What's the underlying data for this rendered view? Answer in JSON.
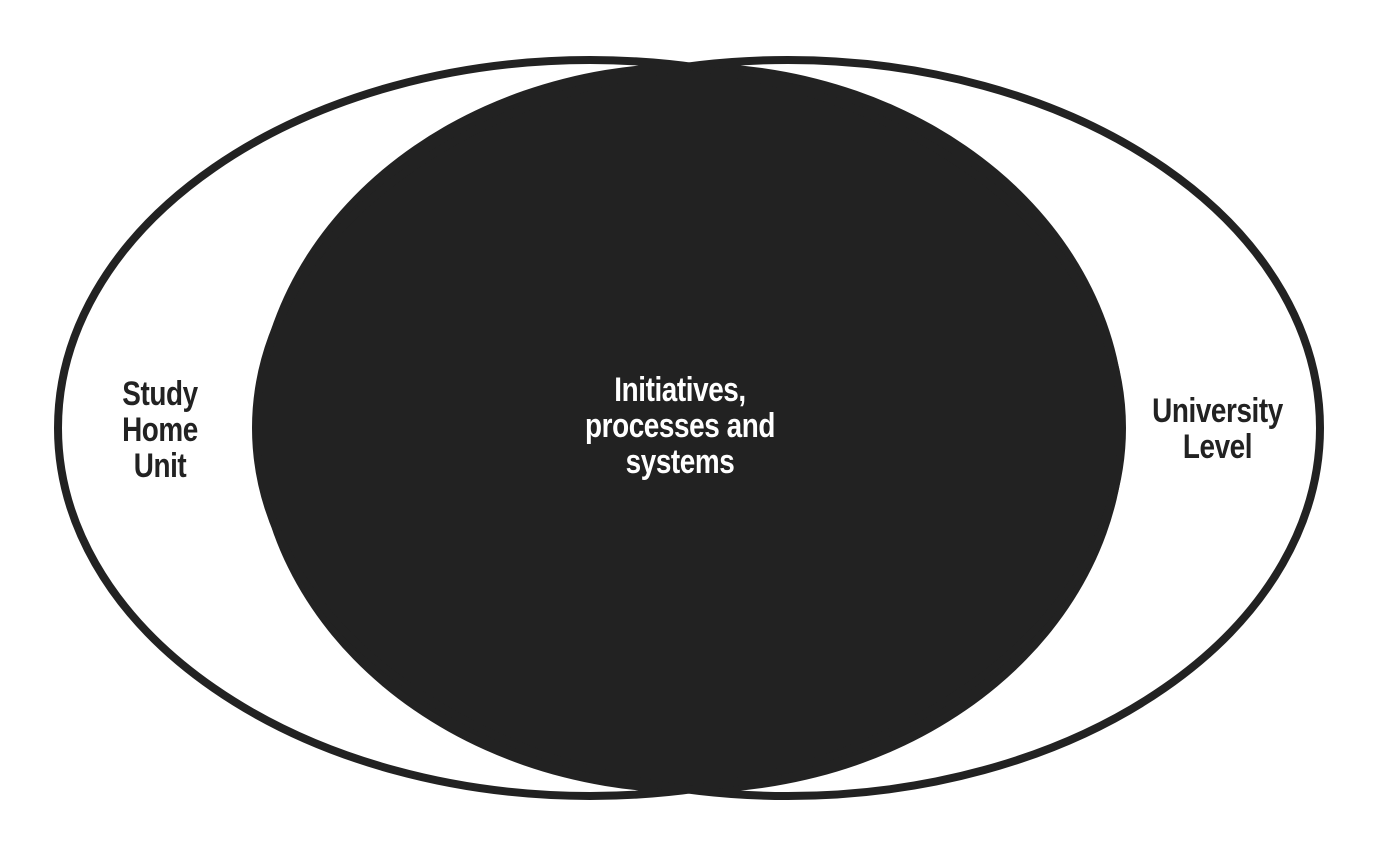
{
  "diagram": {
    "colors": {
      "ink": "#222222",
      "background": "#ffffff",
      "center_text": "#ffffff"
    },
    "left_region": {
      "lines": [
        "Study",
        "Home",
        "Unit"
      ]
    },
    "overlap_region": {
      "lines": [
        "Initiatives,",
        "processes and",
        "systems"
      ]
    },
    "right_region": {
      "lines": [
        "University",
        "Level"
      ]
    }
  }
}
